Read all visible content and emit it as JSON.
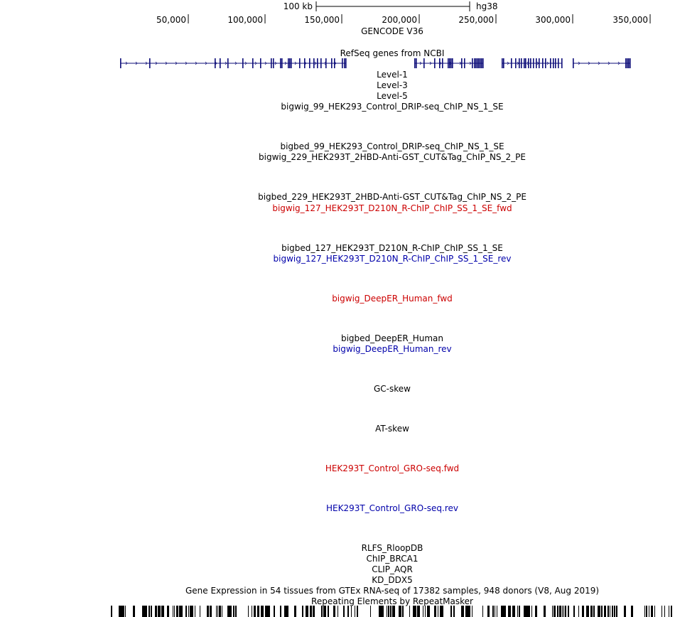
{
  "colors": {
    "default": "#000000",
    "fwd": "#cc0000",
    "rev": "#0000aa",
    "gene": "#0c0c78"
  },
  "scale": {
    "bar_label": "100 kb",
    "assembly": "hg38"
  },
  "ruler": {
    "ticks": [
      "50,000",
      "100,000",
      "150,000",
      "200,000",
      "250,000",
      "300,000",
      "350,000"
    ]
  },
  "tracks": [
    {
      "id": "gencode",
      "label": "GENCODE V36",
      "strand": "default"
    },
    {
      "id": "refseq",
      "label": "RefSeq genes from NCBI",
      "strand": "default"
    },
    {
      "id": "level1",
      "label": "Level-1",
      "strand": "default"
    },
    {
      "id": "level3",
      "label": "Level-3",
      "strand": "default"
    },
    {
      "id": "level5",
      "label": "Level-5",
      "strand": "default"
    },
    {
      "id": "bigwig99",
      "label": "bigwig_99_HEK293_Control_DRIP-seq_ChIP_NS_1_SE",
      "strand": "default"
    },
    {
      "id": "bigbed99",
      "label": "bigbed_99_HEK293_Control_DRIP-seq_ChIP_NS_1_SE",
      "strand": "default"
    },
    {
      "id": "bigwig229",
      "label": "bigwig_229_HEK293T_2HBD-Anti-GST_CUT&Tag_ChIP_NS_2_PE",
      "strand": "default"
    },
    {
      "id": "bigbed229",
      "label": "bigbed_229_HEK293T_2HBD-Anti-GST_CUT&Tag_ChIP_NS_2_PE",
      "strand": "default"
    },
    {
      "id": "bigwig127fwd",
      "label": "bigwig_127_HEK293T_D210N_R-ChIP_ChIP_SS_1_SE_fwd",
      "strand": "fwd"
    },
    {
      "id": "bigbed127",
      "label": "bigbed_127_HEK293T_D210N_R-ChIP_ChIP_SS_1_SE",
      "strand": "default"
    },
    {
      "id": "bigwig127rev",
      "label": "bigwig_127_HEK293T_D210N_R-ChIP_ChIP_SS_1_SE_rev",
      "strand": "rev"
    },
    {
      "id": "deeperfwd",
      "label": "bigwig_DeepER_Human_fwd",
      "strand": "fwd"
    },
    {
      "id": "deeperbed",
      "label": "bigbed_DeepER_Human",
      "strand": "default"
    },
    {
      "id": "deeperrev",
      "label": "bigwig_DeepER_Human_rev",
      "strand": "rev"
    },
    {
      "id": "gcskew",
      "label": "GC-skew",
      "strand": "default"
    },
    {
      "id": "atskew",
      "label": "AT-skew",
      "strand": "default"
    },
    {
      "id": "grofwd",
      "label": "HEK293T_Control_GRO-seq.fwd",
      "strand": "fwd"
    },
    {
      "id": "grorev",
      "label": "HEK293T_Control_GRO-seq.rev",
      "strand": "rev"
    },
    {
      "id": "rlfs",
      "label": "RLFS_RloopDB",
      "strand": "default"
    },
    {
      "id": "brca1",
      "label": "ChIP_BRCA1",
      "strand": "default"
    },
    {
      "id": "aqr",
      "label": "CLIP_AQR",
      "strand": "default"
    },
    {
      "id": "ddx5",
      "label": "KD_DDX5",
      "strand": "default"
    },
    {
      "id": "gtex",
      "label": "Gene Expression in 54 tissues from GTEx RNA-seq of 17382 samples, 948 donors (V8, Aug 2019)",
      "strand": "default"
    },
    {
      "id": "rmsk",
      "label": "Repeating Elements by RepeatMasker",
      "strand": "default"
    }
  ]
}
